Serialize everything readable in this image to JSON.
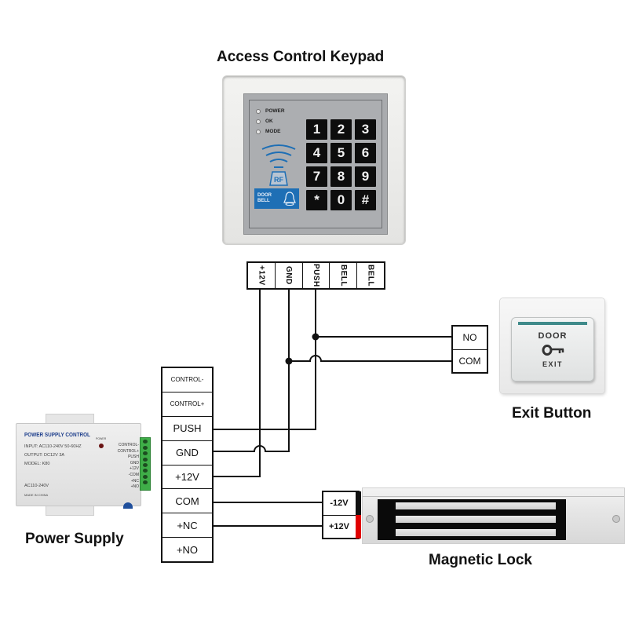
{
  "titles": {
    "keypad": "Access Control Keypad",
    "exit_button": "Exit Button",
    "power_supply": "Power Supply",
    "magnetic_lock": "Magnetic Lock"
  },
  "keypad": {
    "leds": [
      "POWER",
      "OK",
      "MODE"
    ],
    "rf_label": "RF",
    "doorbell_label_1": "DOOR",
    "doorbell_label_2": "BELL",
    "keys": [
      "1",
      "2",
      "3",
      "4",
      "5",
      "6",
      "7",
      "8",
      "9",
      "*",
      "0",
      "#"
    ],
    "face_color": "#acaeb1",
    "doorbell_color": "#1e6fb5"
  },
  "keypad_terminals": [
    "+12V",
    "GND",
    "PUSH",
    "BELL",
    "BELL"
  ],
  "power_supply_terminals": [
    "CONTROL-",
    "CONTROL+",
    "PUSH",
    "GND",
    "+12V",
    "COM",
    "+NC",
    "+NO"
  ],
  "exit_button_terminals": [
    "NO",
    "COM"
  ],
  "exit_button": {
    "top_text": "DOOR",
    "bottom_text": "EXIT",
    "bar_color": "#3f8a8a"
  },
  "lock_terminals": [
    {
      "label": "-12V",
      "polarity_color": "#111111"
    },
    {
      "label": "+12V",
      "polarity_color": "#e00000"
    }
  ],
  "power_supply_device": {
    "title": "POWER SUPPLY CONTROL",
    "input": "INPUT: AC110-240V  50-60HZ",
    "output": "OUTPUT: DC12V  3A",
    "model": "MODEL: K80",
    "voltage": "AC110-240V",
    "made_in": "MADE IN CHINA",
    "power_led_label": "POWER",
    "side_labels": [
      "CONTROL-",
      "CONTROL+",
      "PUSH",
      "GND",
      "+12V",
      "-COM",
      "+NC",
      "+NO"
    ],
    "terminal_color": "#3fae48"
  },
  "connections": [
    {
      "from": "keypad.PUSH",
      "to": "exit_button.NO"
    },
    {
      "from": "keypad.GND",
      "to": "exit_button.COM"
    },
    {
      "from": "keypad.PUSH",
      "to": "power_supply.PUSH"
    },
    {
      "from": "keypad.GND",
      "to": "power_supply.GND"
    },
    {
      "from": "keypad.+12V",
      "to": "power_supply.+12V"
    },
    {
      "from": "power_supply.COM",
      "to": "magnetic_lock.-12V"
    },
    {
      "from": "power_supply.+NC",
      "to": "magnetic_lock.+12V"
    }
  ]
}
